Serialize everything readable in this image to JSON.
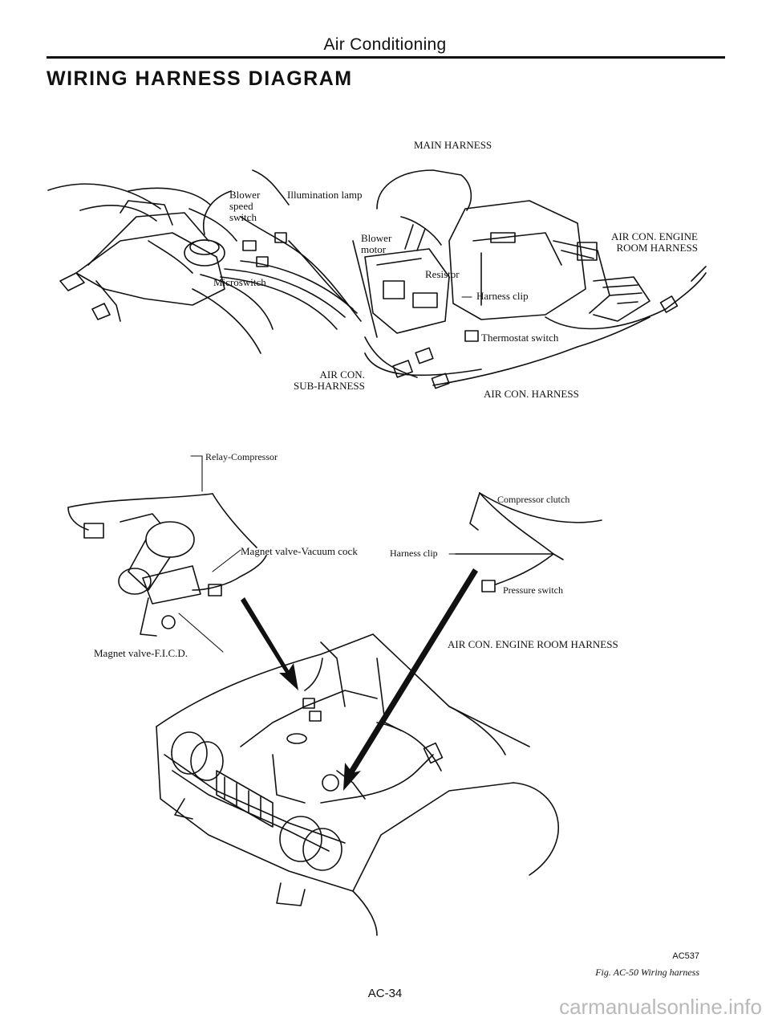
{
  "header": {
    "section": "Air Conditioning"
  },
  "title": "WIRING HARNESS DIAGRAM",
  "labels": {
    "main_harness": "MAIN HARNESS",
    "blower_speed_switch": [
      "Blower",
      "speed",
      "switch"
    ],
    "illumination_lamp": "Illumination lamp",
    "blower_motor": [
      "Blower",
      "motor"
    ],
    "resistor": "Resistor",
    "air_con_engine_room_harness_top": [
      "AIR CON. ENGINE",
      "ROOM HARNESS"
    ],
    "harness_clip_top": "Harness clip",
    "microswitch": "Microswitch",
    "thermostat_switch": "Thermostat switch",
    "air_con_sub_harness": [
      "AIR CON.",
      "SUB-HARNESS"
    ],
    "air_con_harness": "AIR CON. HARNESS",
    "relay_compressor": "Relay-Compressor",
    "magnet_valve_vacuum_cock": "Magnet valve-Vacuum cock",
    "magnet_valve_fid": "Magnet valve-F.I.C.D.",
    "compressor_clutch": "Compressor clutch",
    "harness_clip_bottom": "Harness clip",
    "pressure_switch": "Pressure switch",
    "air_con_engine_room_harness_bottom": "AIR CON. ENGINE ROOM HARNESS"
  },
  "figure": {
    "code": "AC537",
    "caption": "Fig. AC-50  Wiring harness"
  },
  "page_number": "AC-34",
  "watermark": "carmanualsonline.info"
}
